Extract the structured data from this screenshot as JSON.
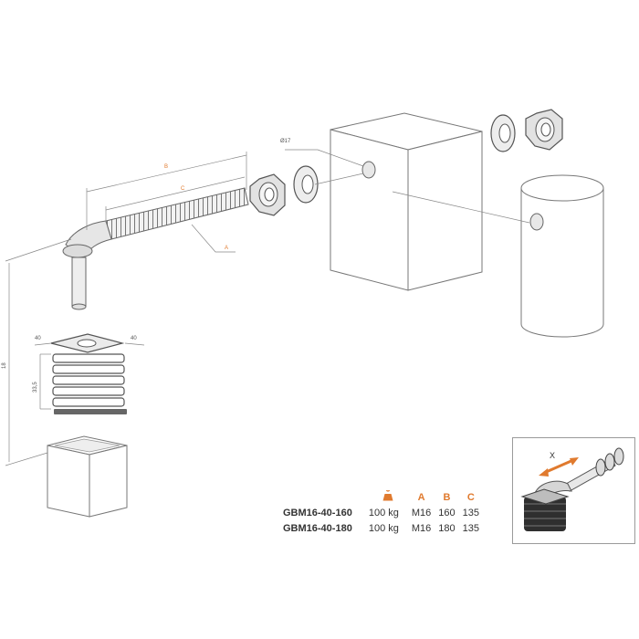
{
  "dimensions": {
    "hole_diameter": "Ø17",
    "b": "B",
    "c": "C",
    "a": "A",
    "height_18": "18",
    "plate_width": "40",
    "plate_depth": "40",
    "sleeve_height": "33,5"
  },
  "table": {
    "headers": {
      "load_icon": "weight-icon",
      "a": "A",
      "b": "B",
      "c": "C"
    },
    "rows": [
      {
        "model": "GBM16-40-160",
        "load": "100 kg",
        "a": "M16",
        "b": "160",
        "c": "135"
      },
      {
        "model": "GBM16-40-180",
        "load": "100 kg",
        "a": "M16",
        "b": "180",
        "c": "135"
      }
    ]
  },
  "inset": {
    "label": "X"
  },
  "colors": {
    "accent": "#e07a2e",
    "line": "#666666",
    "fill": "#e4e4e4"
  }
}
